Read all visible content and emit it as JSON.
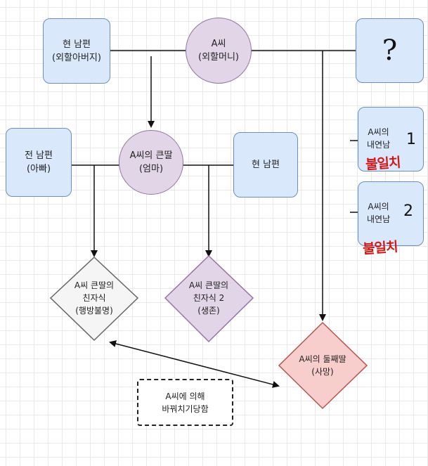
{
  "colors": {
    "blue_fill": "#dae8fc",
    "blue_stroke": "#6c8ebf",
    "purple_fill": "#e1d5e7",
    "purple_stroke": "#9673a6",
    "gray_fill": "#f5f5f5",
    "gray_stroke": "#666666",
    "red_fill": "#f8cecc",
    "red_stroke": "#b85450",
    "handwriting_red": "#d41818"
  },
  "nodes": {
    "current_husband_top": "현 남편\n(외할아버지)",
    "a": "A씨\n(외할머니)",
    "unknown": "?",
    "lover1": "A씨의\n내연남",
    "lover1_num": "1",
    "lover1_note": "불일치",
    "lover2": "A씨의\n내연남",
    "lover2_num": "2",
    "lover2_note": "불일치",
    "ex_husband": "전 남편\n(아빠)",
    "eldest_daughter": "A씨의 큰딸\n(엄마)",
    "current_husband_mid": "현 남편",
    "bio_child1": "A씨 큰딸의\n친자식\n(행방불명)",
    "bio_child2": "A씨 큰딸의\n친자식 2\n(생존)",
    "second_daughter": "A씨의 둘째딸\n(사망)",
    "swap_note": "A씨에 의해\n바꿔치기당함"
  }
}
